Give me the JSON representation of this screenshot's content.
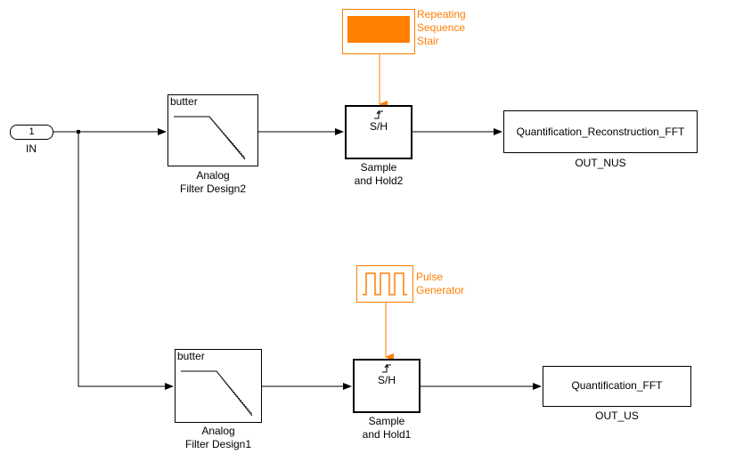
{
  "inport": {
    "number": "1",
    "name": "IN"
  },
  "filter_top": {
    "text": "butter",
    "label_line1": "Analog",
    "label_line2": "Filter Design2"
  },
  "filter_bottom": {
    "text": "butter",
    "label_line1": "Analog",
    "label_line2": "Filter Design1"
  },
  "sh_top": {
    "text": "S/H",
    "label_line1": "Sample",
    "label_line2": "and Hold2"
  },
  "sh_bottom": {
    "text": "S/H",
    "label_line1": "Sample",
    "label_line2": "and Hold1"
  },
  "repeating_sequence": {
    "label_line1": "Repeating",
    "label_line2": "Sequence",
    "label_line3": "Stair"
  },
  "pulse_generator": {
    "label_line1": "Pulse",
    "label_line2": "Generator"
  },
  "out_top": {
    "text": "Quantification_Reconstruction_FFT",
    "label": "OUT_NUS"
  },
  "out_bottom": {
    "text": "Quantification_FFT",
    "label": "OUT_US"
  },
  "colors": {
    "source_orange": "#ff7f00",
    "line": "#000000"
  }
}
